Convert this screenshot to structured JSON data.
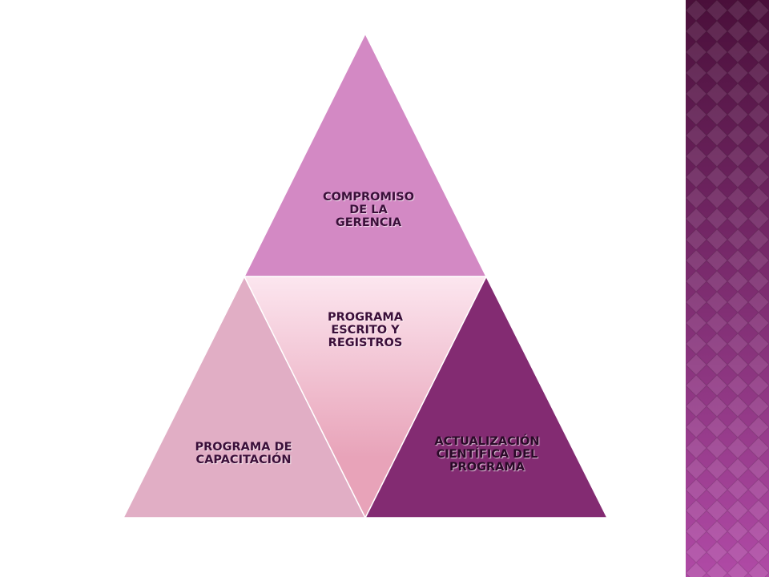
{
  "slide": {
    "background_color": "#ffffff",
    "side_band_colors": {
      "top": "#4a0f3a",
      "bottom": "#b04aa6"
    }
  },
  "diagram": {
    "segments": {
      "top": {
        "label": "COMPROMISO\nDE LA\nGERENCIA",
        "fill": "#d389c4",
        "text_color": "#3b0f3a"
      },
      "middle": {
        "label": "PROGRAMA\nESCRITO Y\nREGISTROS",
        "fill_top": "#fce6ef",
        "fill_bottom": "#e8a3b9",
        "text_color": "#3b0f3a"
      },
      "left": {
        "label": "PROGRAMA DE\nCAPACITACIÓN",
        "fill": "#e1aec5",
        "text_color": "#3b0f3a"
      },
      "right": {
        "label": "ACTUALIZACIÓN\nCIENTÍFICA DEL\nPROGRAMA",
        "fill": "#832b72",
        "text_color": "#2a0a28"
      }
    }
  }
}
